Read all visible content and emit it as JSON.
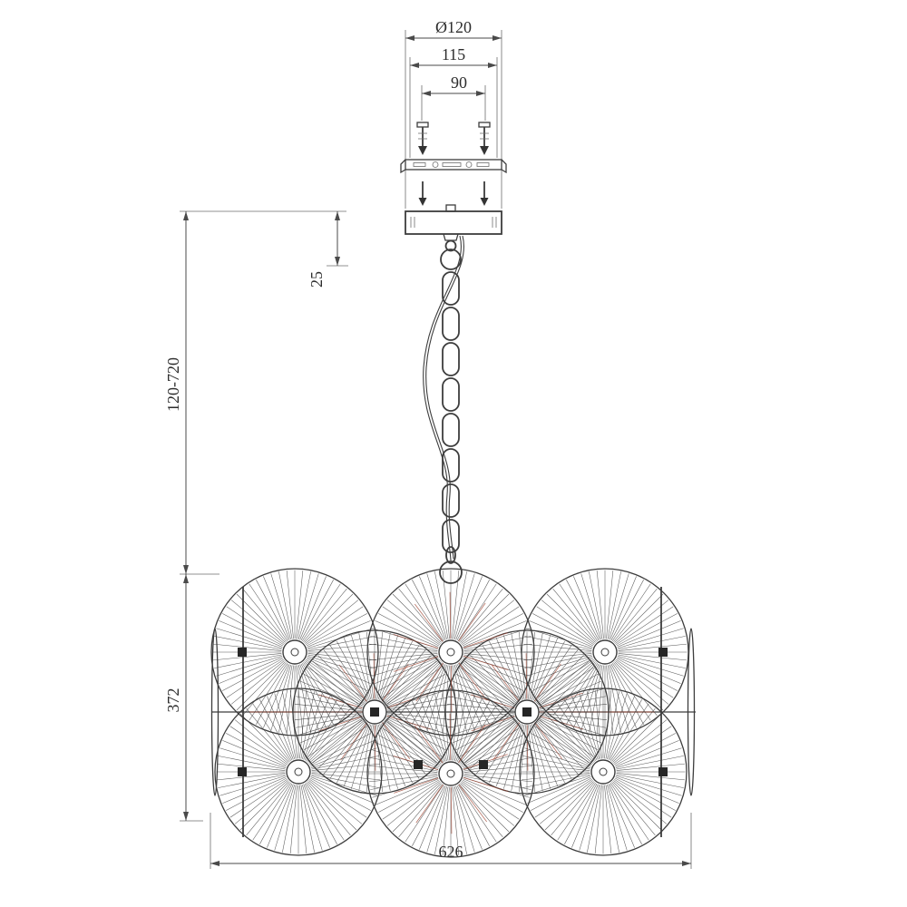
{
  "dimensions": {
    "canopy_diameter": "Ø120",
    "bracket_length": "115",
    "hole_spacing": "90",
    "canopy_drop": "25",
    "suspension_range": "120-720",
    "body_height": "372",
    "body_width": "626"
  },
  "colors": {
    "background": "#ffffff",
    "line": "#3d3d3d",
    "wire_accent": "#a04330"
  }
}
